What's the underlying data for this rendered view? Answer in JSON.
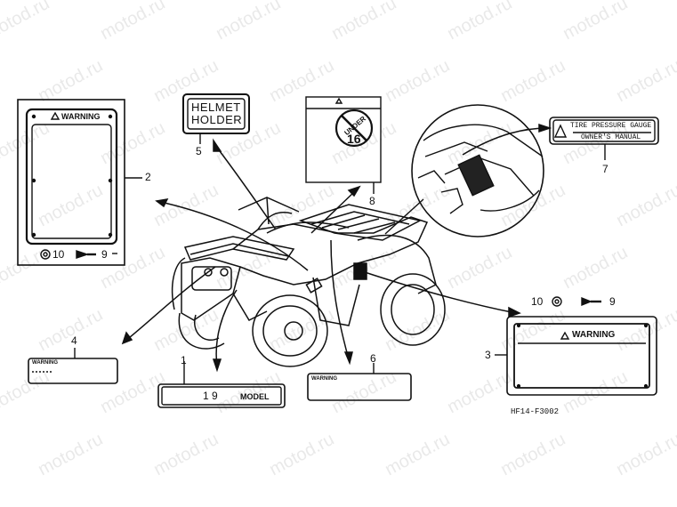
{
  "watermark": "motod.ru",
  "figure_code": "HF14-F3002",
  "callouts": [
    "1",
    "2",
    "3",
    "4",
    "5",
    "6",
    "7",
    "8",
    "9",
    "10"
  ],
  "labels": {
    "warning": "WARNING",
    "helmet_line1": "HELMET",
    "helmet_line2": "HOLDER",
    "under_age": "UNDER",
    "under_number": "16",
    "tire_line1": "TIRE PRESSURE GAUGE",
    "tire_line2": "OWNER'S MANUAL",
    "model_number": "1 9",
    "model_word": "MODEL"
  }
}
